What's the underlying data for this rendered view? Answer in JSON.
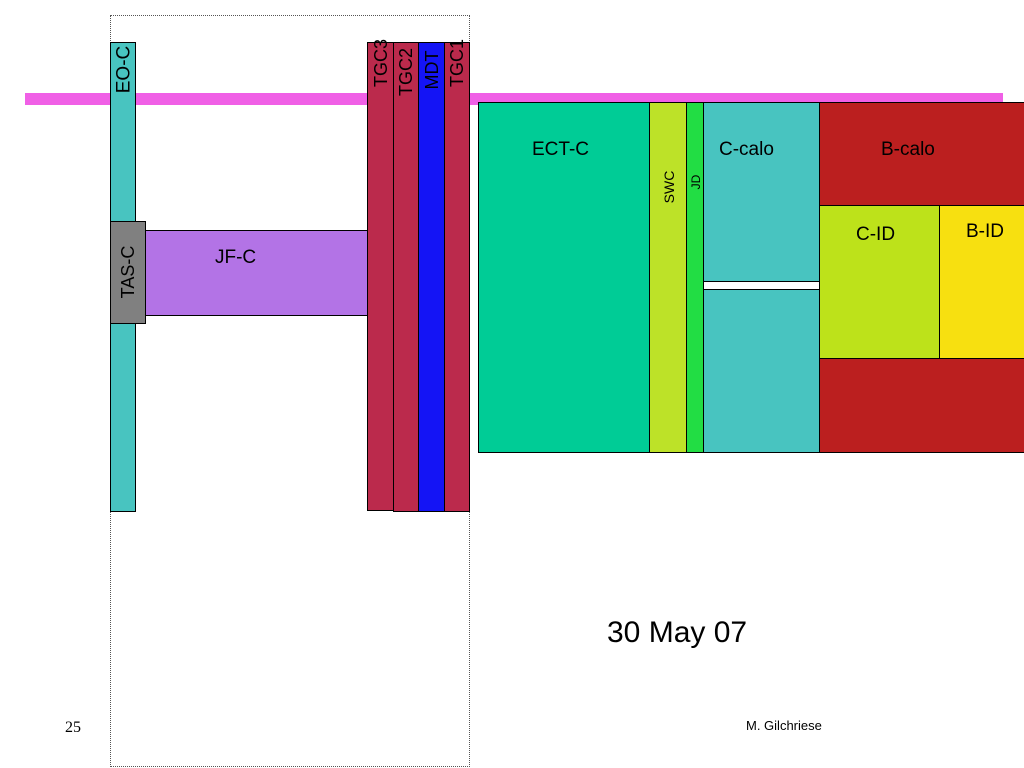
{
  "colors": {
    "beam_line": "#f060e6",
    "eo_c": "#48c4c0",
    "tas_c": "#808080",
    "jf_c": "#b373e6",
    "tgc": "#bb2a4c",
    "mdt": "#1414f5",
    "ect_c": "#00cc96",
    "swc": "#bde228",
    "jd": "#22dd44",
    "c_calo": "#48c4c0",
    "b_calo": "#bb1f1f",
    "c_id": "#bde21a",
    "b_id": "#f7e010"
  },
  "labels": {
    "eo_c": "EO-C",
    "tas_c": "TAS-C",
    "jf_c": "JF-C",
    "tgc3": "TGC3",
    "tgc2": "TGC2",
    "mdt": "MDT",
    "tgc1": "TGC1",
    "ect_c": "ECT-C",
    "swc": "SWC",
    "jd": "JD",
    "c_calo": "C-calo",
    "b_calo": "B-calo",
    "c_id": "C-ID",
    "b_id": "B-ID"
  },
  "footer": {
    "date": "30 May 07",
    "page_number": "25",
    "author": "M. Gilchriese"
  }
}
